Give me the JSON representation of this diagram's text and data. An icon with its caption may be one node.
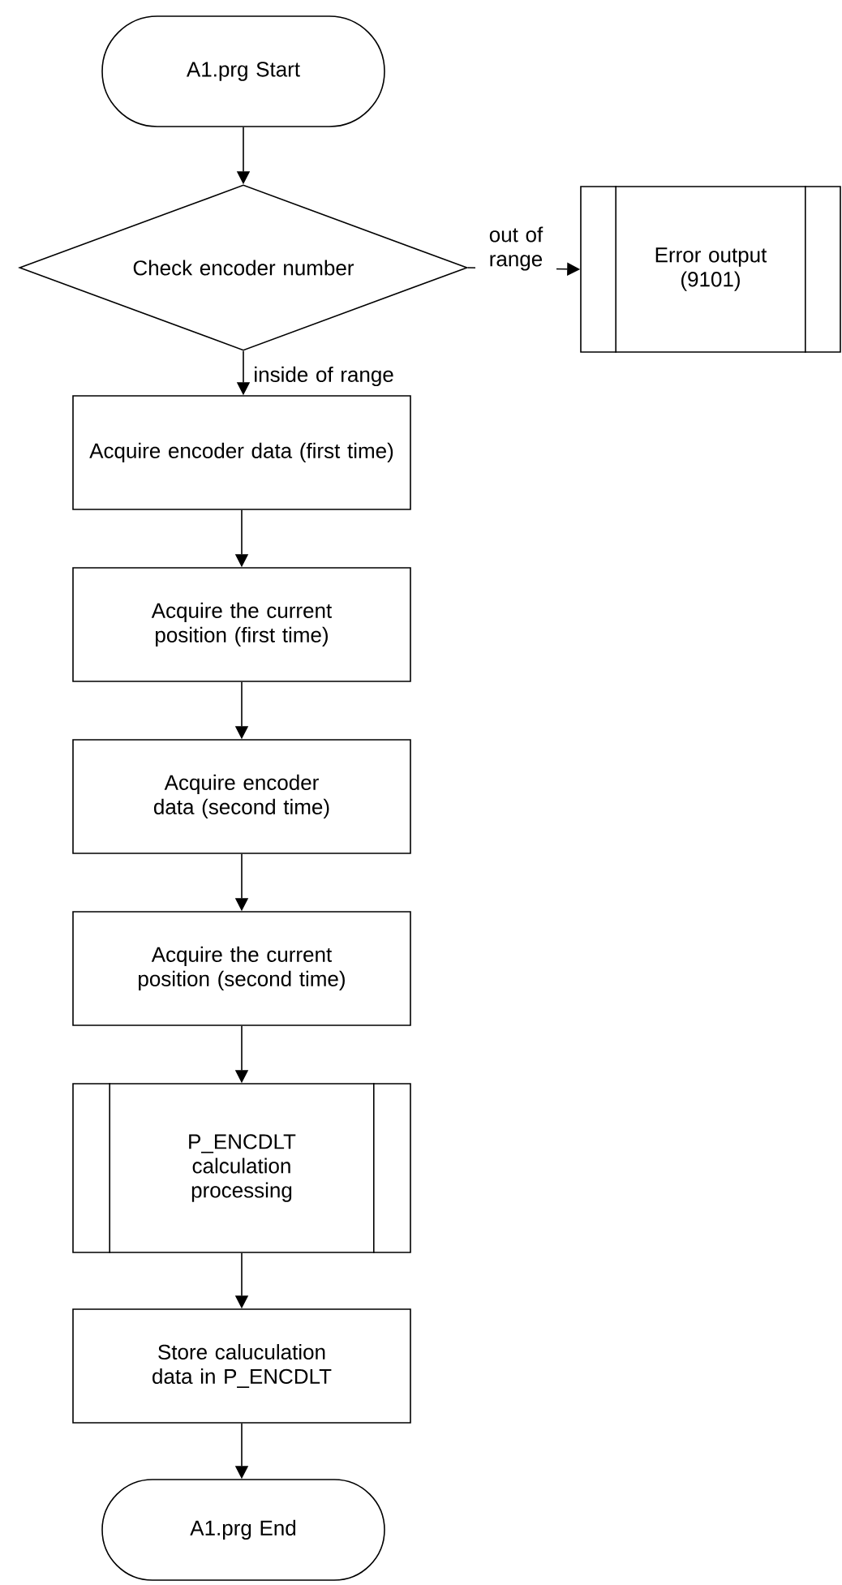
{
  "diagram": {
    "nodes": [
      {
        "text": [
          "A1.prg Start"
        ]
      },
      {
        "text": [
          "Check encoder number"
        ]
      },
      {
        "text": [
          "Error output (9101)"
        ]
      },
      {
        "text": [
          "Acquire encoder data (first time)"
        ]
      },
      {
        "text": [
          "Acquire the current position (first time)"
        ]
      },
      {
        "text": [
          "Acquire encoder data (second time)"
        ]
      },
      {
        "text": [
          "Acquire the current position (second time)"
        ]
      },
      {
        "text": [
          "P_ENCDLT calculation processing"
        ]
      },
      {
        "text": [
          "Store caluculation data in P_ENCDLT"
        ]
      },
      {
        "text": [
          "A1.prg End"
        ]
      }
    ],
    "edges": [
      {
        "from": 0,
        "to": 1,
        "arrow": "to"
      },
      {
        "from": 1,
        "to": 2,
        "arrow": "to",
        "label": "out of range"
      },
      {
        "from": 1,
        "to": 3,
        "arrow": "to",
        "label": "inside of range"
      },
      {
        "from": 3,
        "to": 4,
        "arrow": "to"
      },
      {
        "from": 4,
        "to": 5,
        "arrow": "to"
      },
      {
        "from": 5,
        "to": 6,
        "arrow": "to"
      },
      {
        "from": 6,
        "to": 7,
        "arrow": "to"
      },
      {
        "from": 7,
        "to": 8,
        "arrow": "to"
      },
      {
        "from": 8,
        "to": 9,
        "arrow": "to"
      }
    ]
  }
}
